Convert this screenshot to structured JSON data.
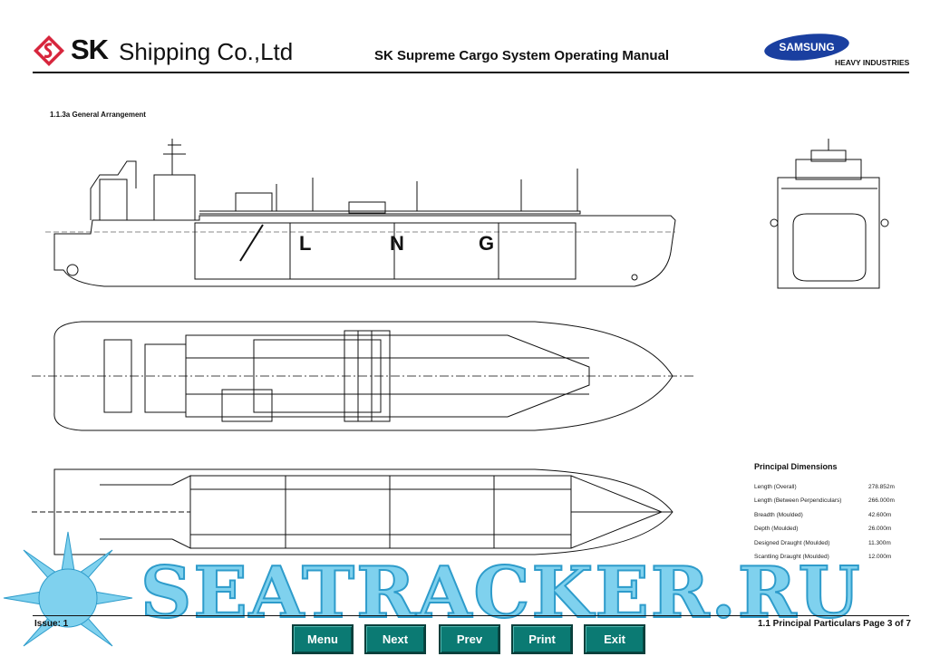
{
  "header": {
    "company_bold": "SK",
    "company_rest": "Shipping Co.,Ltd",
    "manual_title": "SK Supreme Cargo System Operating Manual",
    "samsung_logo_text": "SAMSUNG",
    "samsung_subtitle": "HEAVY INDUSTRIES",
    "logo_color": "#d7263d",
    "samsung_color": "#1a3fa0"
  },
  "section_label": "1.1.3a General Arrangement",
  "drawing": {
    "hull_letters": [
      "L",
      "N",
      "G"
    ]
  },
  "principal_dimensions": {
    "title": "Principal Dimensions",
    "rows": [
      {
        "label": "Length (Overall)",
        "value": "278.852m"
      },
      {
        "label": "Length (Between Perpendiculars)",
        "value": "266.000m"
      },
      {
        "label": "Breadth (Moulded)",
        "value": "42.600m"
      },
      {
        "label": "Depth (Moulded)",
        "value": "26.000m"
      },
      {
        "label": "Designed Draught (Moulded)",
        "value": "11.300m"
      },
      {
        "label": "Scantling Draught (Moulded)",
        "value": "12.000m"
      }
    ]
  },
  "watermark": {
    "text": "SEATRACKER.RU",
    "color": "#7fd1ee"
  },
  "footer": {
    "issue": "Issue: 1",
    "page_ref": "1.1 Principal Particulars Page 3 of 7",
    "buttons": [
      "Menu",
      "Next",
      "Prev",
      "Print",
      "Exit"
    ],
    "button_color": "#0b7a73"
  }
}
